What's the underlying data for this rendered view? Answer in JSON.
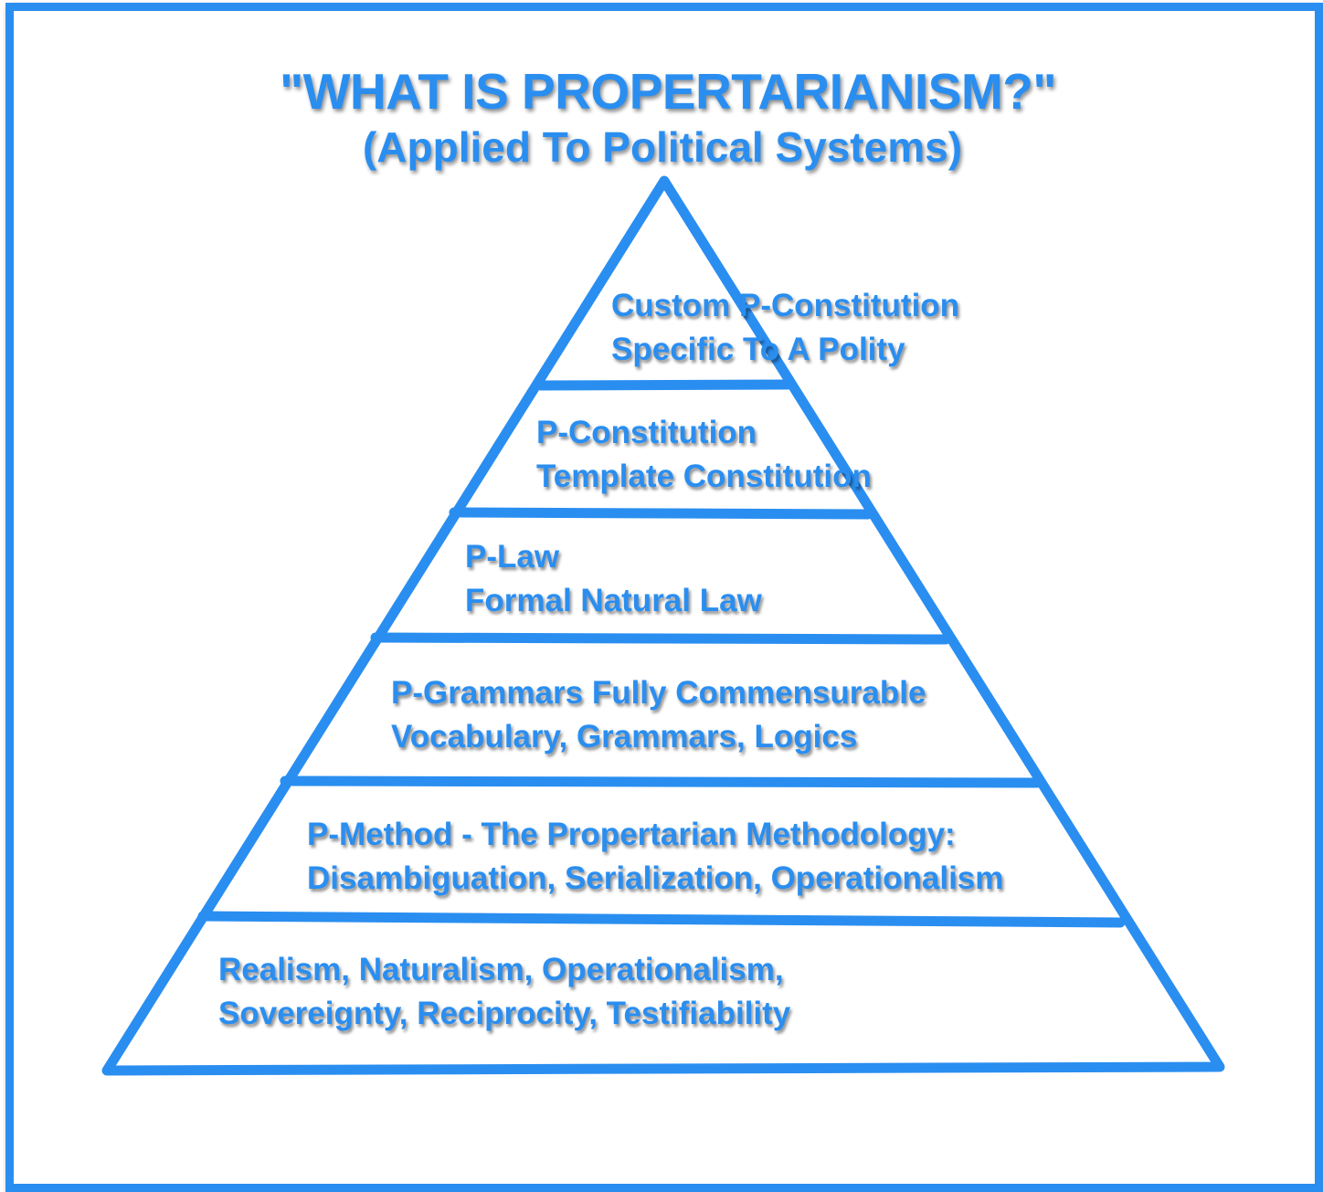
{
  "title": "\"WHAT IS PROPERTARIANISM?\"",
  "subtitle": "(Applied To Political Systems)",
  "colors": {
    "accent": "#2a8ef0",
    "background": "#ffffff"
  },
  "tiers": [
    {
      "line1": "Custom P-Constitution",
      "line2": "Specific To A Polity"
    },
    {
      "line1": "P-Constitution",
      "line2": "Template Constitution"
    },
    {
      "line1": "P-Law",
      "line2": "Formal Natural Law"
    },
    {
      "line1": "P-Grammars Fully Commensurable",
      "line2": "Vocabulary, Grammars, Logics"
    },
    {
      "line1": "P-Method - The Propertarian Methodology:",
      "line2": "Disambiguation, Serialization, Operationalism"
    },
    {
      "line1": "Realism, Naturalism, Operationalism,",
      "line2": "Sovereignty, Reciprocity, Testifiability"
    }
  ]
}
